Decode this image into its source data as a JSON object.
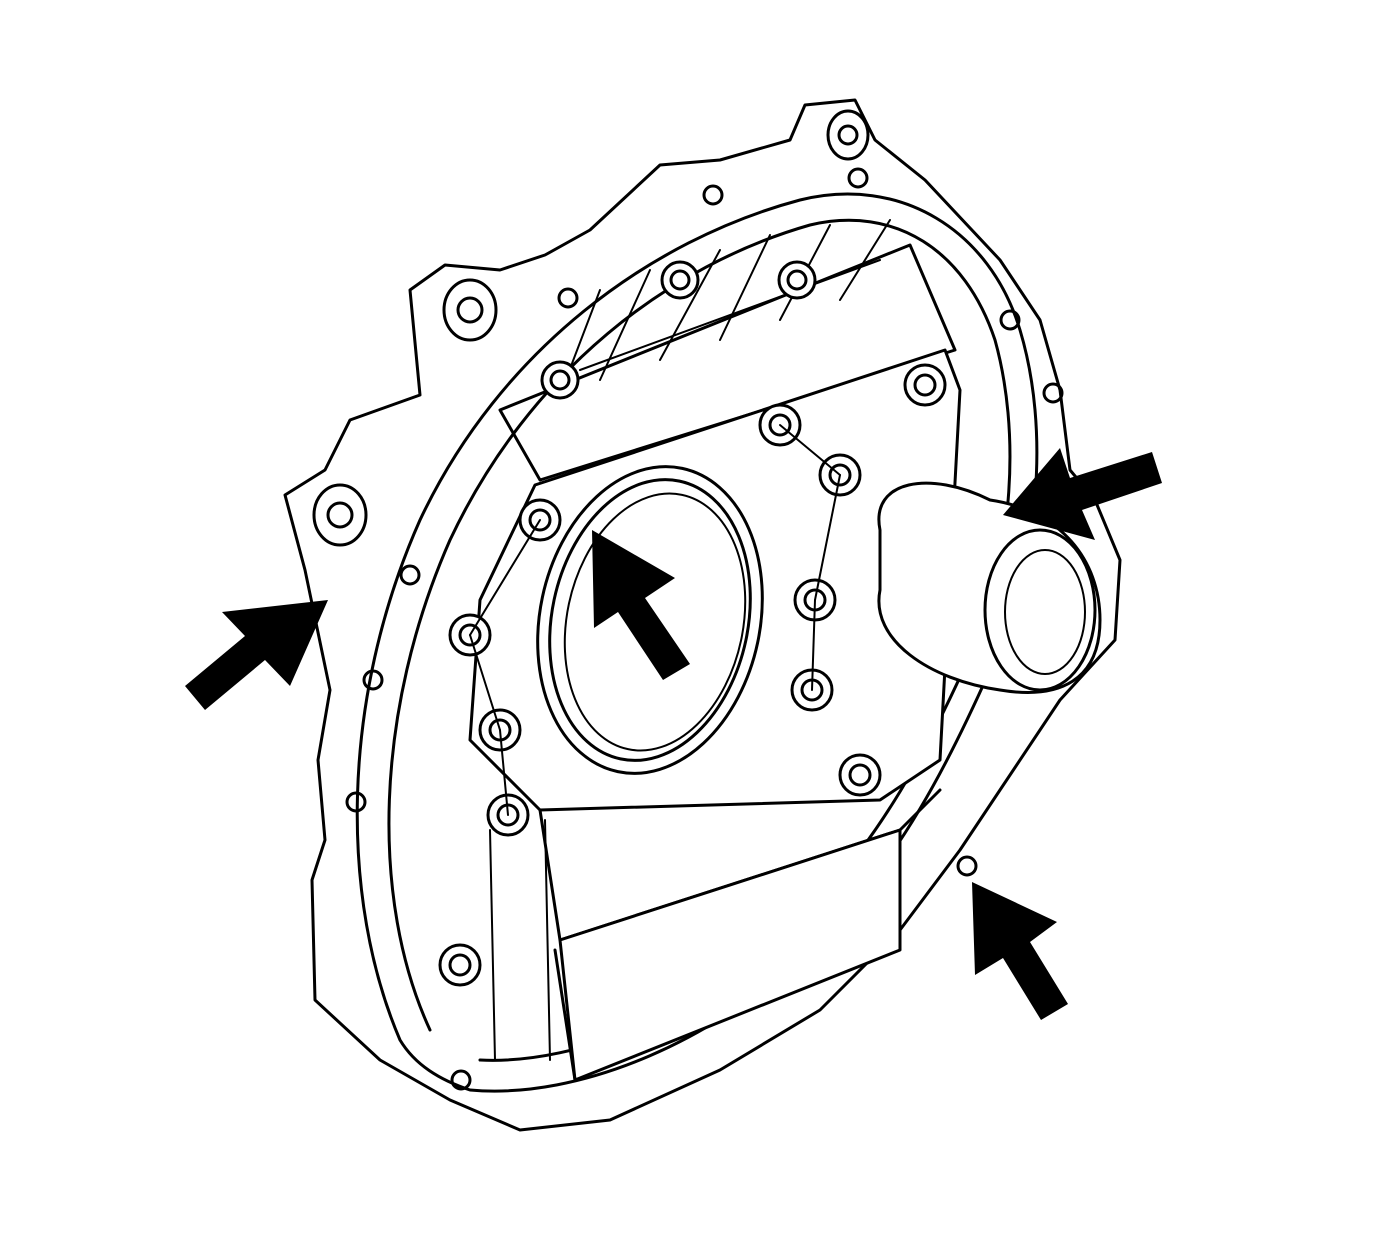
{
  "diagram": {
    "colors": {
      "line": "#000000",
      "background": "#ffffff",
      "arrow": "#000000"
    },
    "callout_arrows": [
      {
        "points_to": "left-flange-pad"
      },
      {
        "points_to": "rear-main-seal"
      },
      {
        "points_to": "right-side-opening"
      },
      {
        "points_to": "lower-right-flange-hole"
      }
    ]
  }
}
